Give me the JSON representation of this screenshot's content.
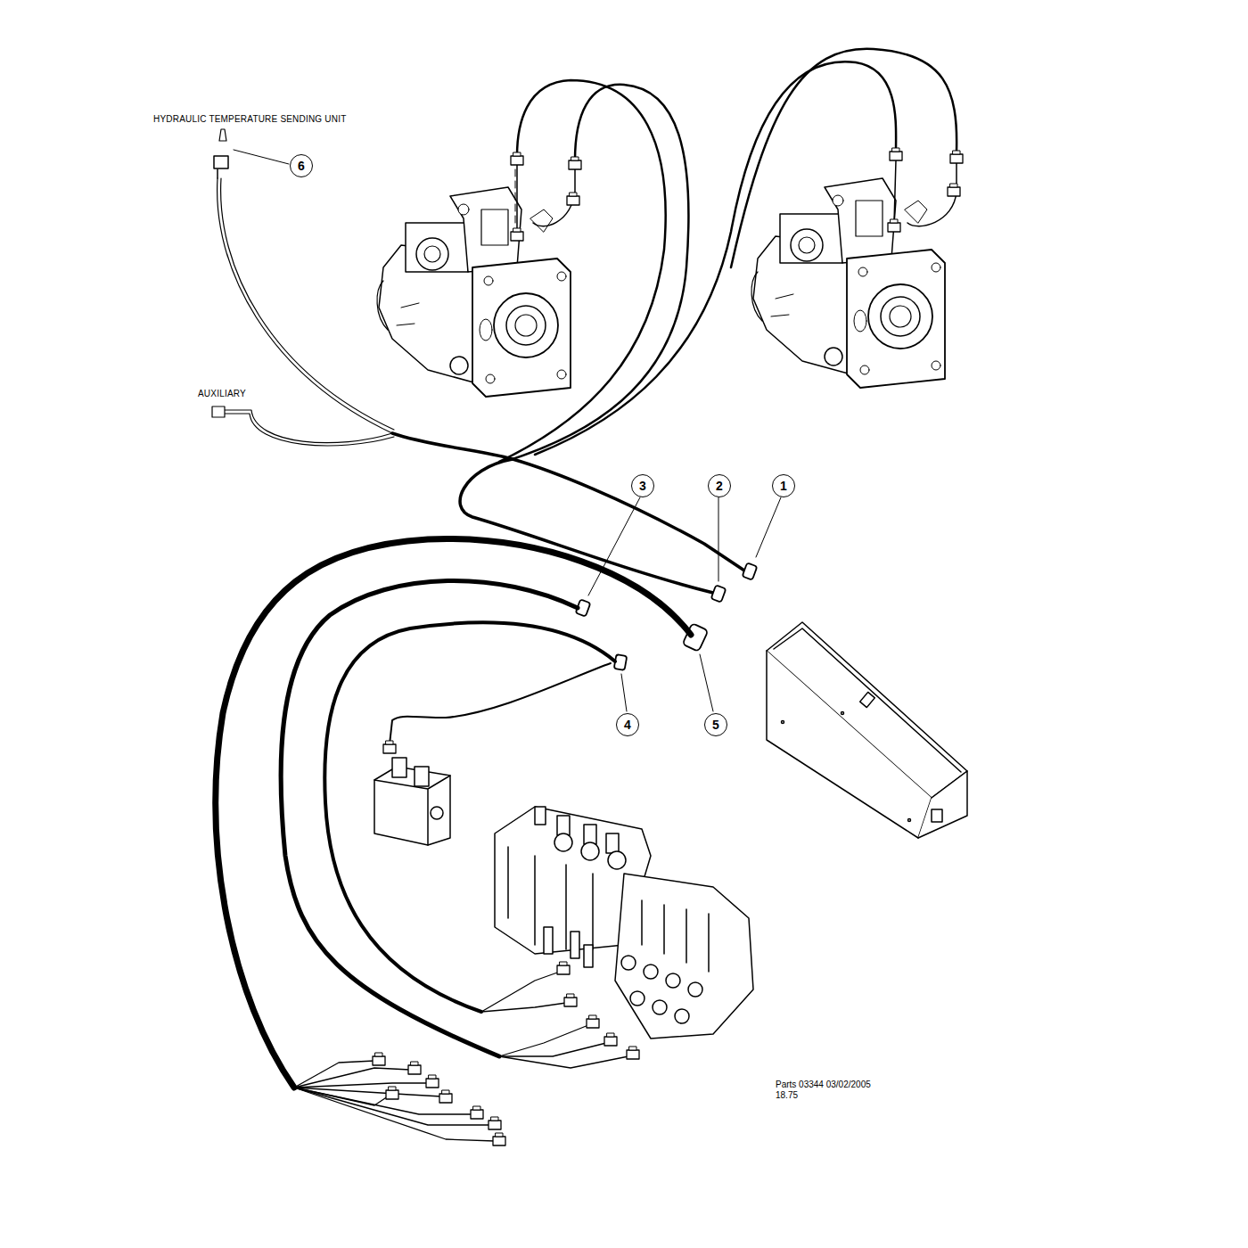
{
  "diagram": {
    "labels": [
      "HYDRAULIC TEMPERATURE SENDING UNIT",
      "AUXILIARY",
      "6",
      "3",
      "2",
      "1",
      "4",
      "5",
      "Parts 03344  03/02/2005",
      "18.75"
    ]
  }
}
